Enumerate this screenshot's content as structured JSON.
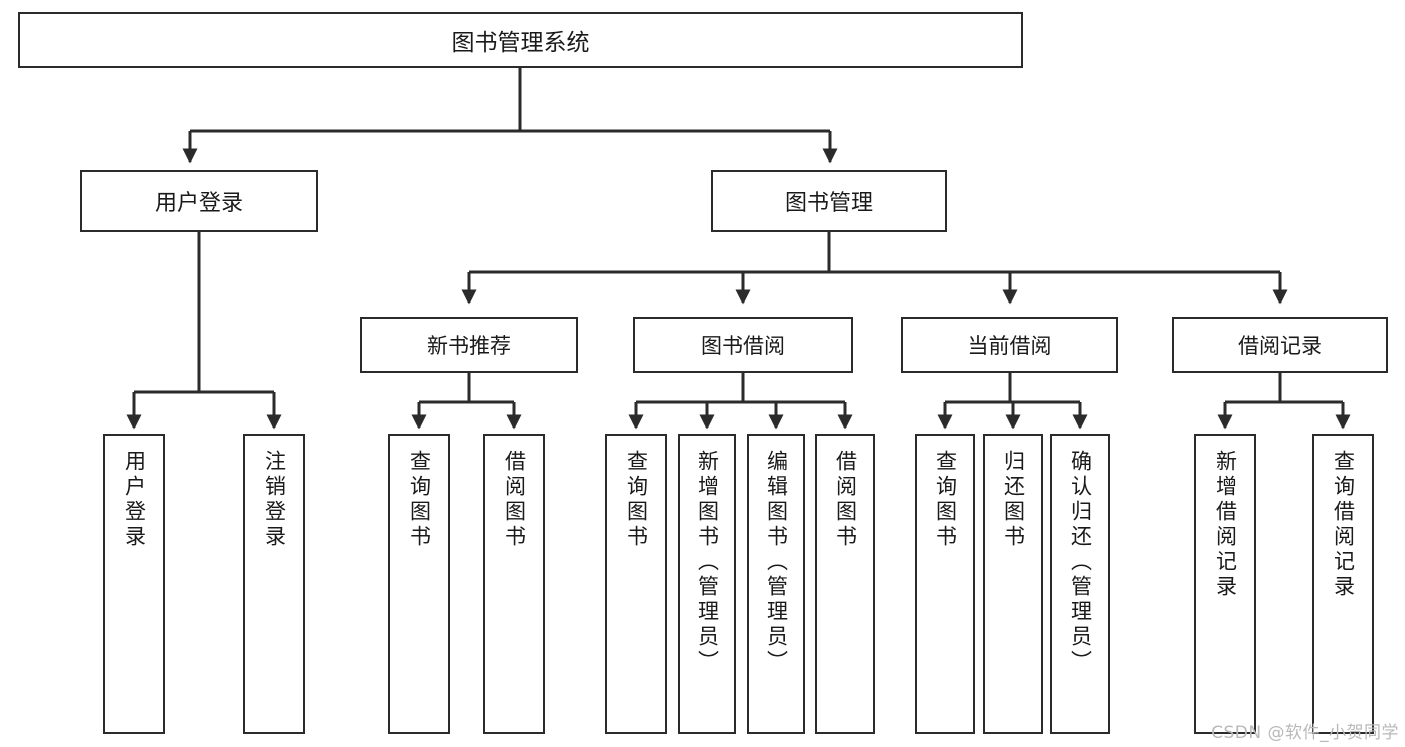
{
  "diagram": {
    "type": "hierarchy-tree",
    "title": "图书管理系统",
    "watermark": "CSDN @软件_小贺同学",
    "colors": {
      "box_border": "#2b2b2b",
      "box_fill": "#ffffff",
      "edge": "#2b2b2b",
      "text": "#1a1a1a",
      "watermark": "#b9b9b9"
    },
    "nodes": {
      "root": {
        "label": "图书管理系统"
      },
      "level2": [
        {
          "label": "用户登录"
        },
        {
          "label": "图书管理"
        }
      ],
      "level3": [
        {
          "label": "新书推荐"
        },
        {
          "label": "图书借阅"
        },
        {
          "label": "当前借阅"
        },
        {
          "label": "借阅记录"
        }
      ],
      "leaves": [
        {
          "label": "用户登录"
        },
        {
          "label": "注销登录"
        },
        {
          "label": "查询图书"
        },
        {
          "label": "借阅图书"
        },
        {
          "label": "查询图书"
        },
        {
          "label": "新增图书（管理员）"
        },
        {
          "label": "编辑图书（管理员）"
        },
        {
          "label": "借阅图书"
        },
        {
          "label": "查询图书"
        },
        {
          "label": "归还图书"
        },
        {
          "label": "确认归还（管理员）"
        },
        {
          "label": "新增借阅记录"
        },
        {
          "label": "查询借阅记录"
        }
      ]
    }
  }
}
